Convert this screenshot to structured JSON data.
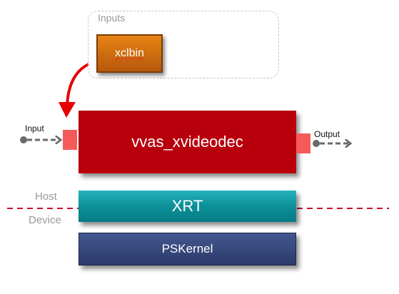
{
  "inputs_group": {
    "label": "Inputs"
  },
  "xclbin_block": {
    "label": "xclbin"
  },
  "decoder_block": {
    "label": "vvas_xvideodec"
  },
  "io": {
    "input_label": "Input",
    "output_label": "Output"
  },
  "boundary": {
    "host_label": "Host",
    "device_label": "Device"
  },
  "xrt_block": {
    "label": "XRT"
  },
  "pskernel_block": {
    "label": "PSKernel"
  },
  "colors": {
    "xclbin": "#d9730f",
    "decoder": "#b8000d",
    "port": "#f55a5a",
    "xrt": "#0d8f98",
    "pskernel": "#2f3d6e",
    "boundary_line": "#c8102e",
    "flow_arrow": "#6a6a6a",
    "curved_arrow": "#e60000"
  }
}
